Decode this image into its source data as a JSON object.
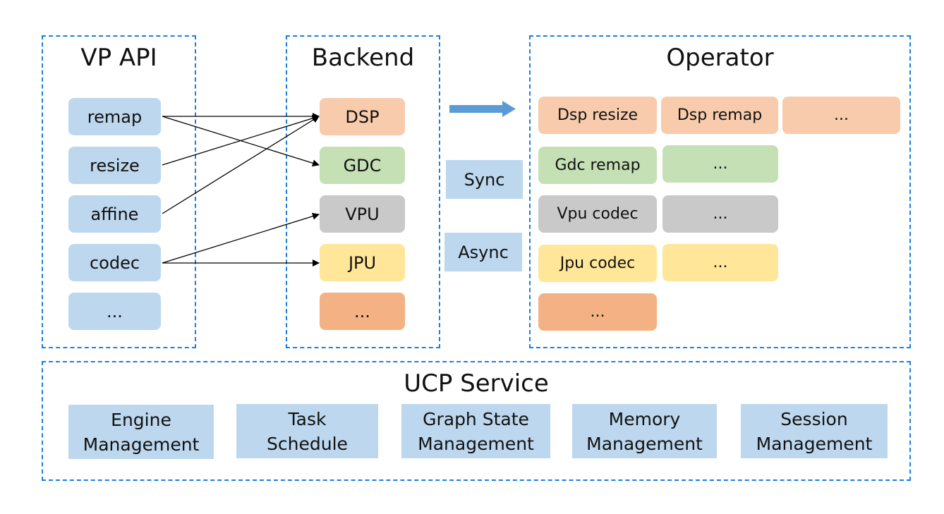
{
  "groups": {
    "vp_api": {
      "title": "VP API",
      "items": [
        "remap",
        "resize",
        "affine",
        "codec",
        "..."
      ]
    },
    "backend": {
      "title": "Backend",
      "items": [
        "DSP",
        "GDC",
        "VPU",
        "JPU",
        "..."
      ]
    },
    "operator": {
      "title": "Operator",
      "rows": [
        [
          "Dsp resize",
          "Dsp remap",
          "..."
        ],
        [
          "Gdc remap",
          "..."
        ],
        [
          "Vpu codec",
          "..."
        ],
        [
          "Jpu codec",
          "..."
        ],
        [
          "..."
        ]
      ]
    },
    "modes": [
      "Sync",
      "Async"
    ],
    "ucp_service": {
      "title": "UCP Service",
      "items": [
        {
          "line1": "Engine",
          "line2": "Management"
        },
        {
          "line1": "Task",
          "line2": "Schedule"
        },
        {
          "line1": "Graph State",
          "line2": "Management"
        },
        {
          "line1": "Memory",
          "line2": "Management"
        },
        {
          "line1": "Session",
          "line2": "Management"
        }
      ]
    }
  },
  "connections": [
    {
      "from": "remap",
      "to": "DSP"
    },
    {
      "from": "remap",
      "to": "GDC"
    },
    {
      "from": "resize",
      "to": "DSP"
    },
    {
      "from": "affine",
      "to": "DSP"
    },
    {
      "from": "codec",
      "to": "VPU"
    },
    {
      "from": "codec",
      "to": "JPU"
    }
  ],
  "colors": {
    "group_border": "#1a7fe0",
    "api": "#bdd7ee",
    "dsp": "#f7cbac",
    "gdc": "#c5e0b4",
    "vpu": "#c9c9c9",
    "jpu": "#ffe699",
    "more": "#f4b183",
    "flow_arrow": "#5b9bd5"
  }
}
